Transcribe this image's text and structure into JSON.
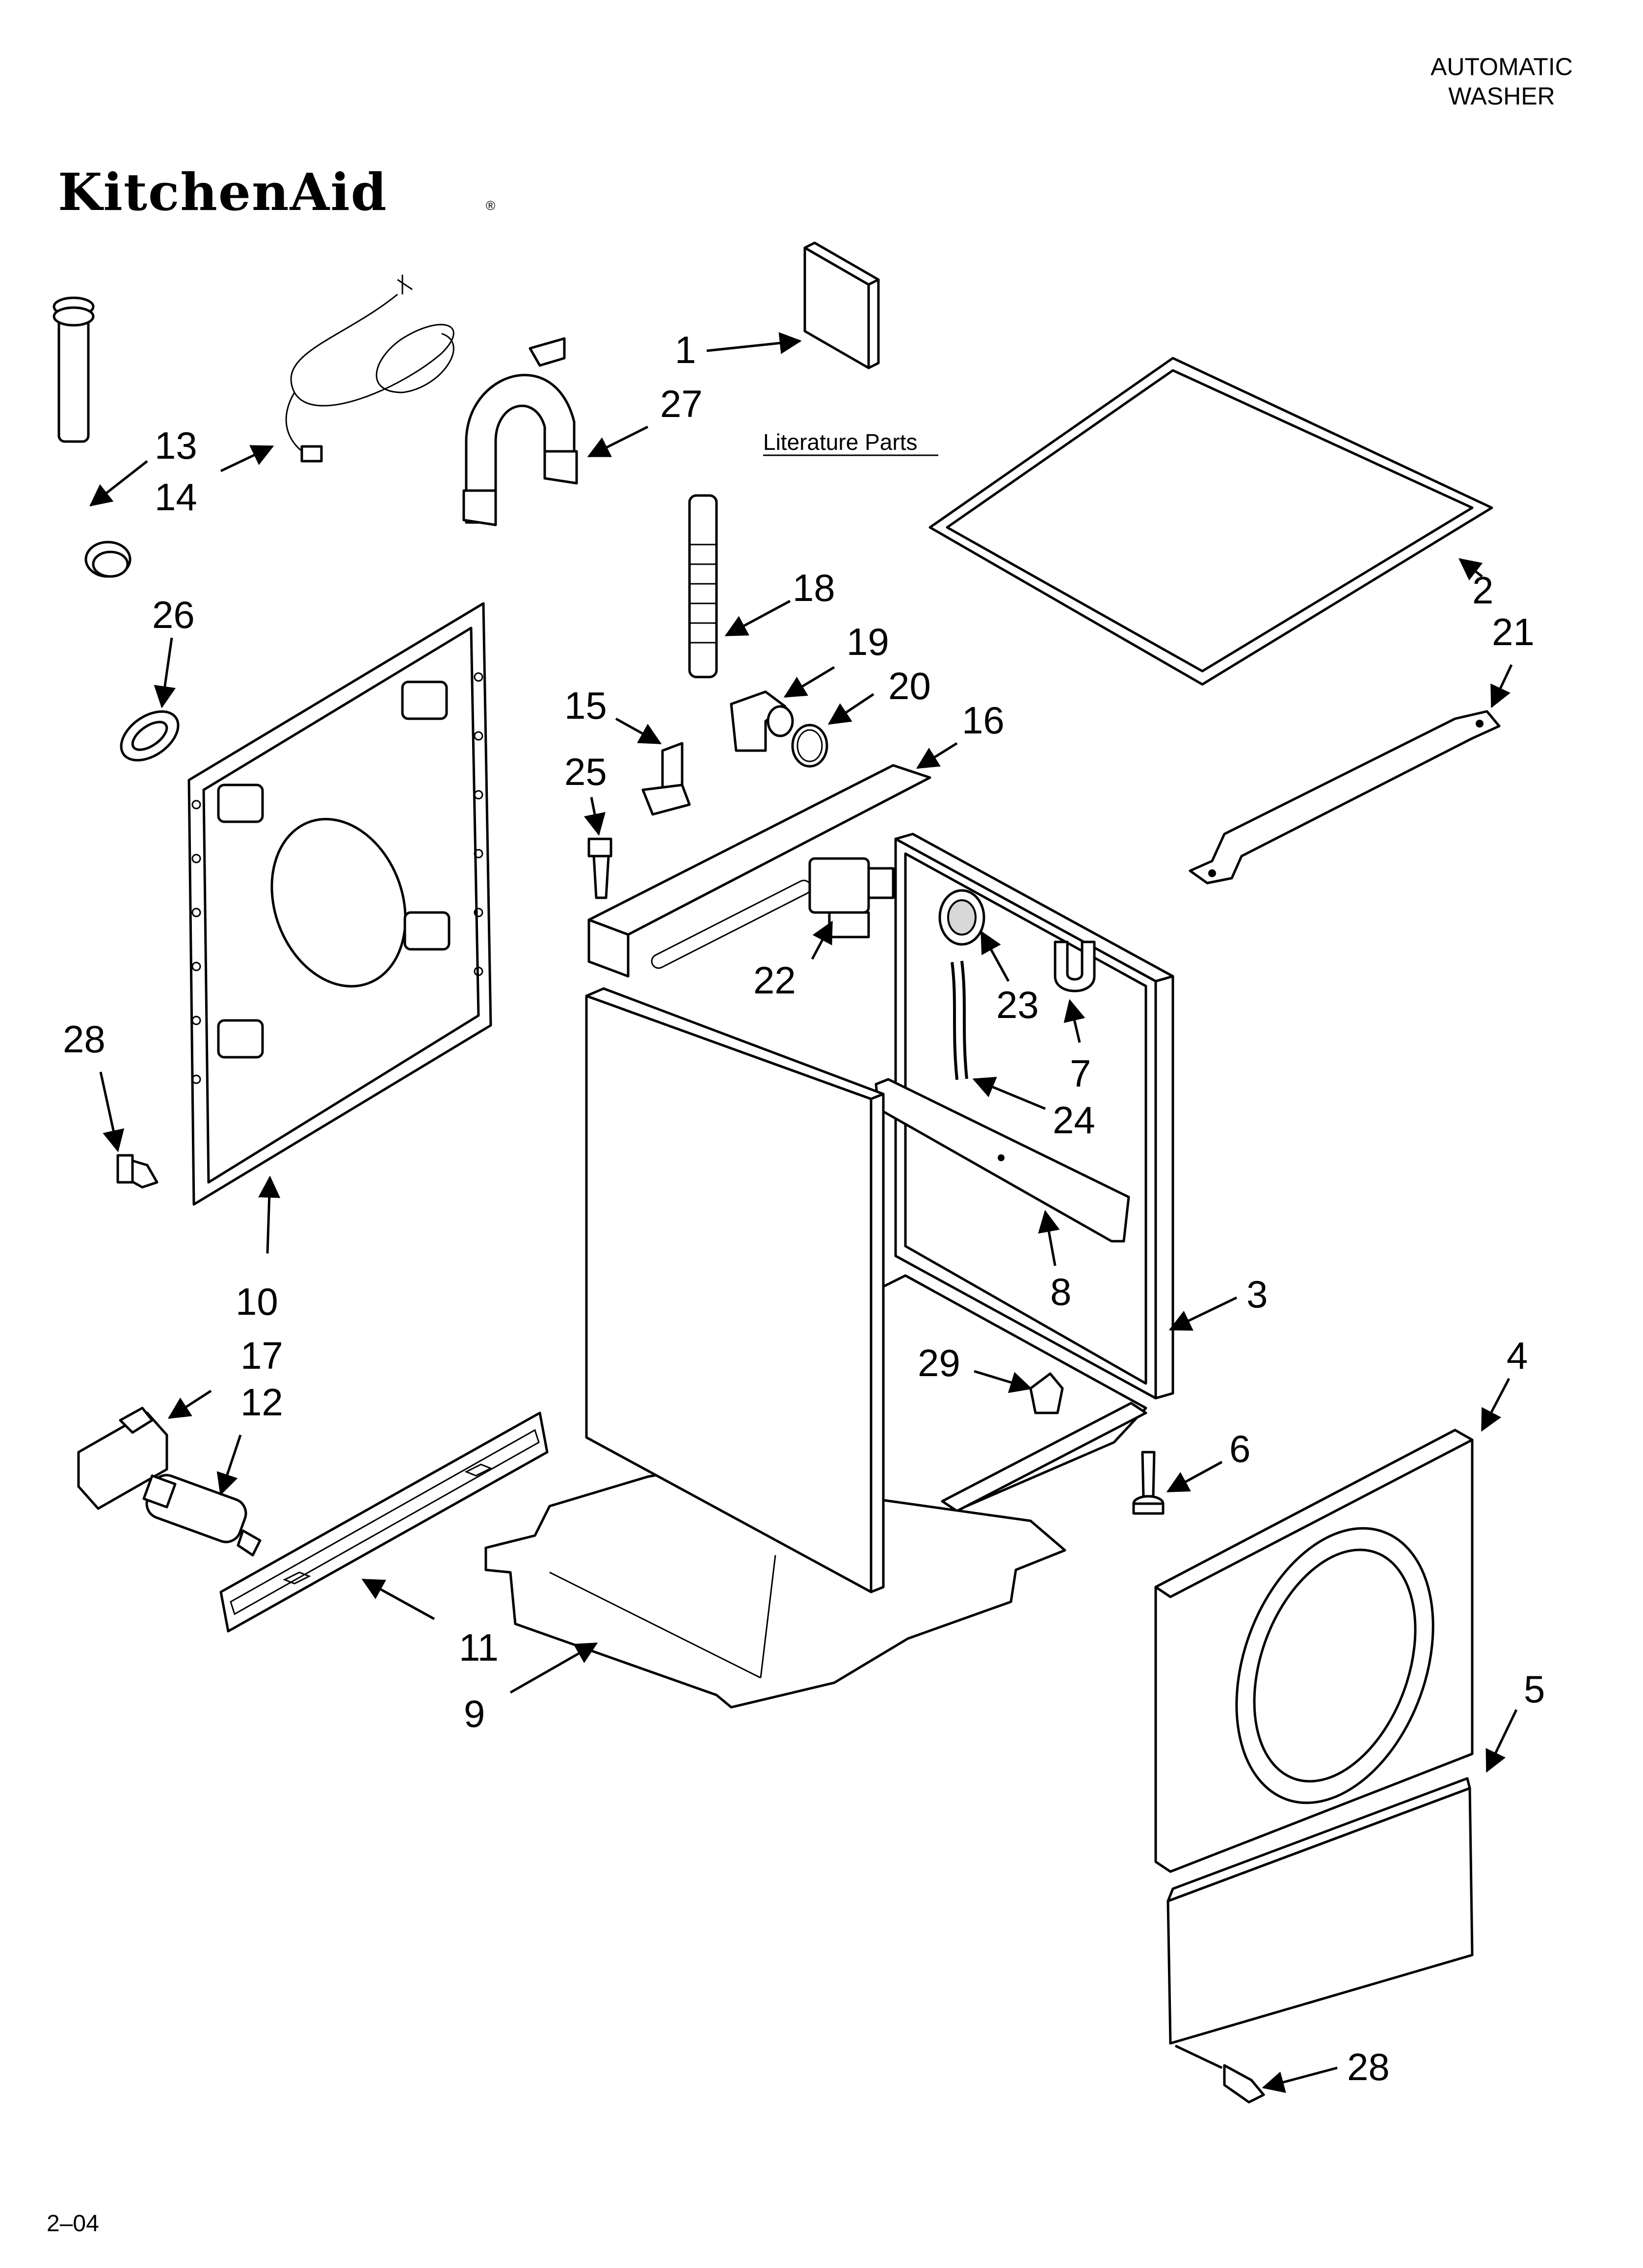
{
  "document": {
    "product_type_lines": [
      "AUTOMATIC",
      "WASHER"
    ],
    "brand": "KitchenAid",
    "brand_mark": "®",
    "literature_label": "Literature Parts",
    "revision_code": "2–04"
  },
  "callouts": [
    {
      "id": "c1",
      "label": "1"
    },
    {
      "id": "c2",
      "label": "2"
    },
    {
      "id": "c3",
      "label": "3"
    },
    {
      "id": "c4",
      "label": "4"
    },
    {
      "id": "c5",
      "label": "5"
    },
    {
      "id": "c6",
      "label": "6"
    },
    {
      "id": "c7",
      "label": "7"
    },
    {
      "id": "c8",
      "label": "8"
    },
    {
      "id": "c9",
      "label": "9"
    },
    {
      "id": "c10",
      "label": "10"
    },
    {
      "id": "c11",
      "label": "11"
    },
    {
      "id": "c12",
      "label": "12"
    },
    {
      "id": "c13",
      "label": "13"
    },
    {
      "id": "c14",
      "label": "14"
    },
    {
      "id": "c15",
      "label": "15"
    },
    {
      "id": "c16",
      "label": "16"
    },
    {
      "id": "c17",
      "label": "17"
    },
    {
      "id": "c18",
      "label": "18"
    },
    {
      "id": "c19",
      "label": "19"
    },
    {
      "id": "c20",
      "label": "20"
    },
    {
      "id": "c21",
      "label": "21"
    },
    {
      "id": "c22",
      "label": "22"
    },
    {
      "id": "c23",
      "label": "23"
    },
    {
      "id": "c24",
      "label": "24"
    },
    {
      "id": "c25",
      "label": "25"
    },
    {
      "id": "c26",
      "label": "26"
    },
    {
      "id": "c27",
      "label": "27"
    },
    {
      "id": "c28a",
      "label": "28"
    },
    {
      "id": "c28b",
      "label": "28"
    },
    {
      "id": "c29",
      "label": "29"
    }
  ]
}
